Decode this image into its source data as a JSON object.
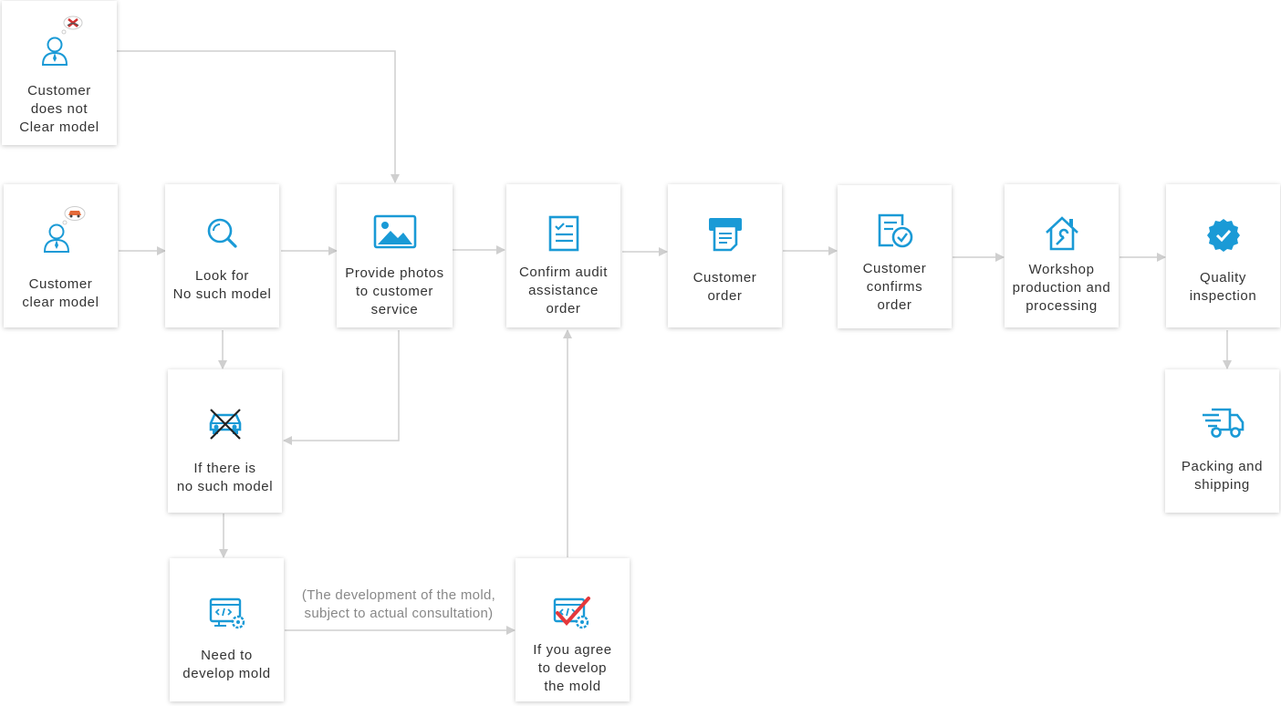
{
  "diagram": {
    "nodes": {
      "customer_unclear": {
        "label": "Customer\ndoes not\nClear model",
        "icon": "customer-with-cross-bubble-icon"
      },
      "customer_clear": {
        "label": "Customer\nclear model",
        "icon": "customer-with-car-bubble-icon"
      },
      "look_for": {
        "label": "Look for\nNo such model",
        "icon": "magnifier-icon"
      },
      "provide_photos": {
        "label": "Provide photos\nto customer\nservice",
        "icon": "picture-icon"
      },
      "confirm_audit": {
        "label": "Confirm audit\nassistance\norder",
        "icon": "checklist-document-icon"
      },
      "customer_order": {
        "label": "Customer\norder",
        "icon": "printer-receipt-icon"
      },
      "customer_confirms": {
        "label": "Customer\nconfirms\norder",
        "icon": "document-check-icon"
      },
      "workshop": {
        "label": "Workshop\nproduction and\nprocessing",
        "icon": "house-wrench-icon"
      },
      "quality": {
        "label": "Quality\ninspection",
        "icon": "quality-badge-icon"
      },
      "packing": {
        "label": "Packing and\nshipping",
        "icon": "delivery-truck-icon"
      },
      "no_model": {
        "label": "If there is\nno such model",
        "icon": "crossed-out-car-icon"
      },
      "develop_mold": {
        "label": "Need to\ndevelop mold",
        "icon": "code-window-gear-icon"
      },
      "agree_develop": {
        "label": "If you agree\nto develop\nthe mold",
        "icon": "code-window-gear-checked-icon"
      }
    },
    "edge_note": "(The development of the mold,\nsubject to actual consultation)"
  },
  "colors": {
    "icon_blue": "#1a9ad6",
    "connector_gray": "#cfcfcf",
    "check_red": "#e5383b",
    "label_text": "#333333",
    "note_text": "#888888"
  }
}
